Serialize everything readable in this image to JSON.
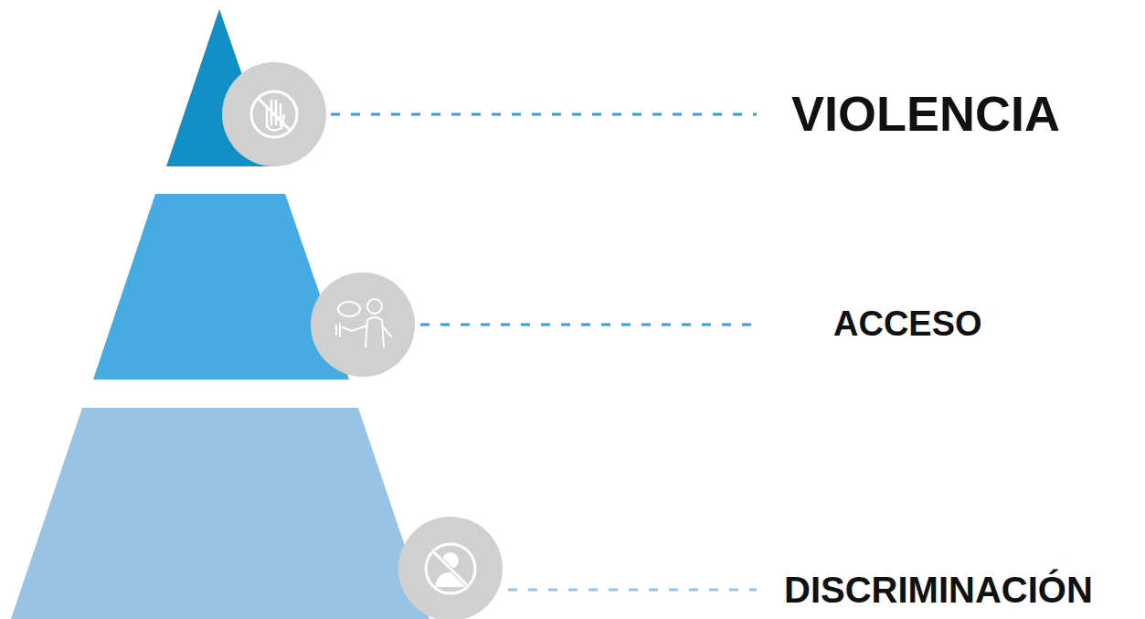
{
  "diagram": {
    "labels": [
      "VIOLENCIA",
      "ACCESO",
      "DISCRIMINACIÓN"
    ]
  }
}
